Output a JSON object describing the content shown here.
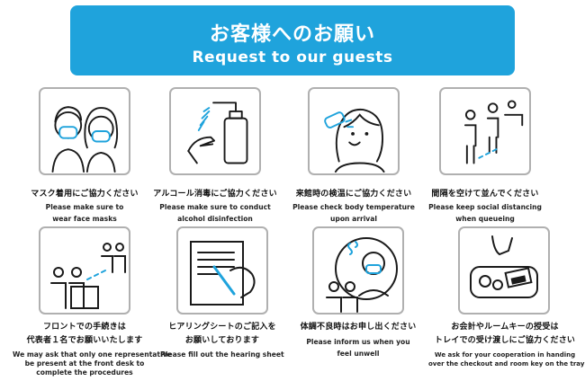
{
  "header": {
    "title_jp": "お客様へのお願い",
    "title_en": "Request to our guests"
  },
  "colors": {
    "accent": "#1fa3dc",
    "line": "#1a1a1a",
    "frame": "#b0b0b0"
  },
  "items": [
    {
      "icon": "face-mask-icon",
      "jp": "マスク着用にご協力ください",
      "en": [
        "Please make sure to",
        "wear face masks"
      ]
    },
    {
      "icon": "hand-sanitizer-icon",
      "jp": "アルコール消毒にご協力ください",
      "en": [
        "Please make sure to conduct",
        "alcohol disinfection"
      ]
    },
    {
      "icon": "temperature-check-icon",
      "jp": "来館時の検温にご協力ください",
      "en": [
        "Please check body temperature",
        "upon arrival"
      ]
    },
    {
      "icon": "social-distance-queue-icon",
      "jp": "間隔を空けて並んでください",
      "en": [
        "Please keep social distancing",
        "when queueing"
      ]
    },
    {
      "icon": "front-desk-icon",
      "jp": [
        "フロントでの手続きは",
        "代表者１名でお願いいたします"
      ],
      "en": [
        "We may ask that only one representative",
        "be present at the front desk to",
        "complete the procedures"
      ]
    },
    {
      "icon": "hearing-sheet-icon",
      "jp": [
        "ヒアリングシートのご記入を",
        "お願いしております"
      ],
      "en": [
        "Please fill out the hearing sheet"
      ]
    },
    {
      "icon": "feeling-unwell-icon",
      "jp": "体調不良時はお申し出ください",
      "en": [
        "Please inform us when you",
        "feel unwell"
      ]
    },
    {
      "icon": "card-tray-icon",
      "jp": [
        "お会計やルームキーの授受は",
        "トレイでの受け渡しにご協力ください"
      ],
      "en": [
        "We ask for your cooperation in handing",
        "over the checkout and room key on the tray"
      ]
    }
  ]
}
